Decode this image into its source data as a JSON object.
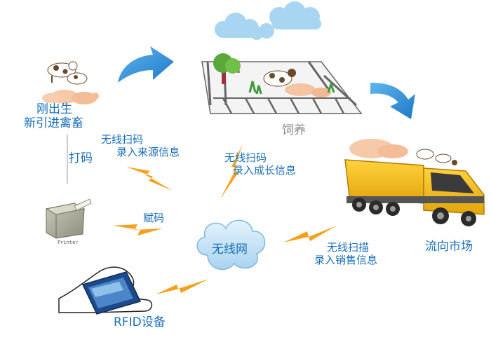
{
  "stages": {
    "newborn_line1": "刚出生",
    "newborn_line2": "新引进禽畜",
    "feeding": "饲养",
    "market": "流向市场"
  },
  "actions": {
    "tagging": "打码",
    "writing": "赋码",
    "source_line1": "无线扫码",
    "source_line2": "录入来源信息",
    "growth_line1": "无线扫码",
    "growth_line2": "录入成长信息",
    "sales_line1": "无线扫描",
    "sales_line2": "录入销售信息"
  },
  "devices": {
    "printer_caption": "Printer",
    "rfid_device": "RFID设备",
    "network": "无线网"
  },
  "colors": {
    "text_blue": "#1a6fb8",
    "arrow_blue": "#2f8fd6",
    "bolt_orange": "#f7a01b",
    "truck_yellow": "#f2b817",
    "cloud_blue": "#b9dcf2"
  }
}
